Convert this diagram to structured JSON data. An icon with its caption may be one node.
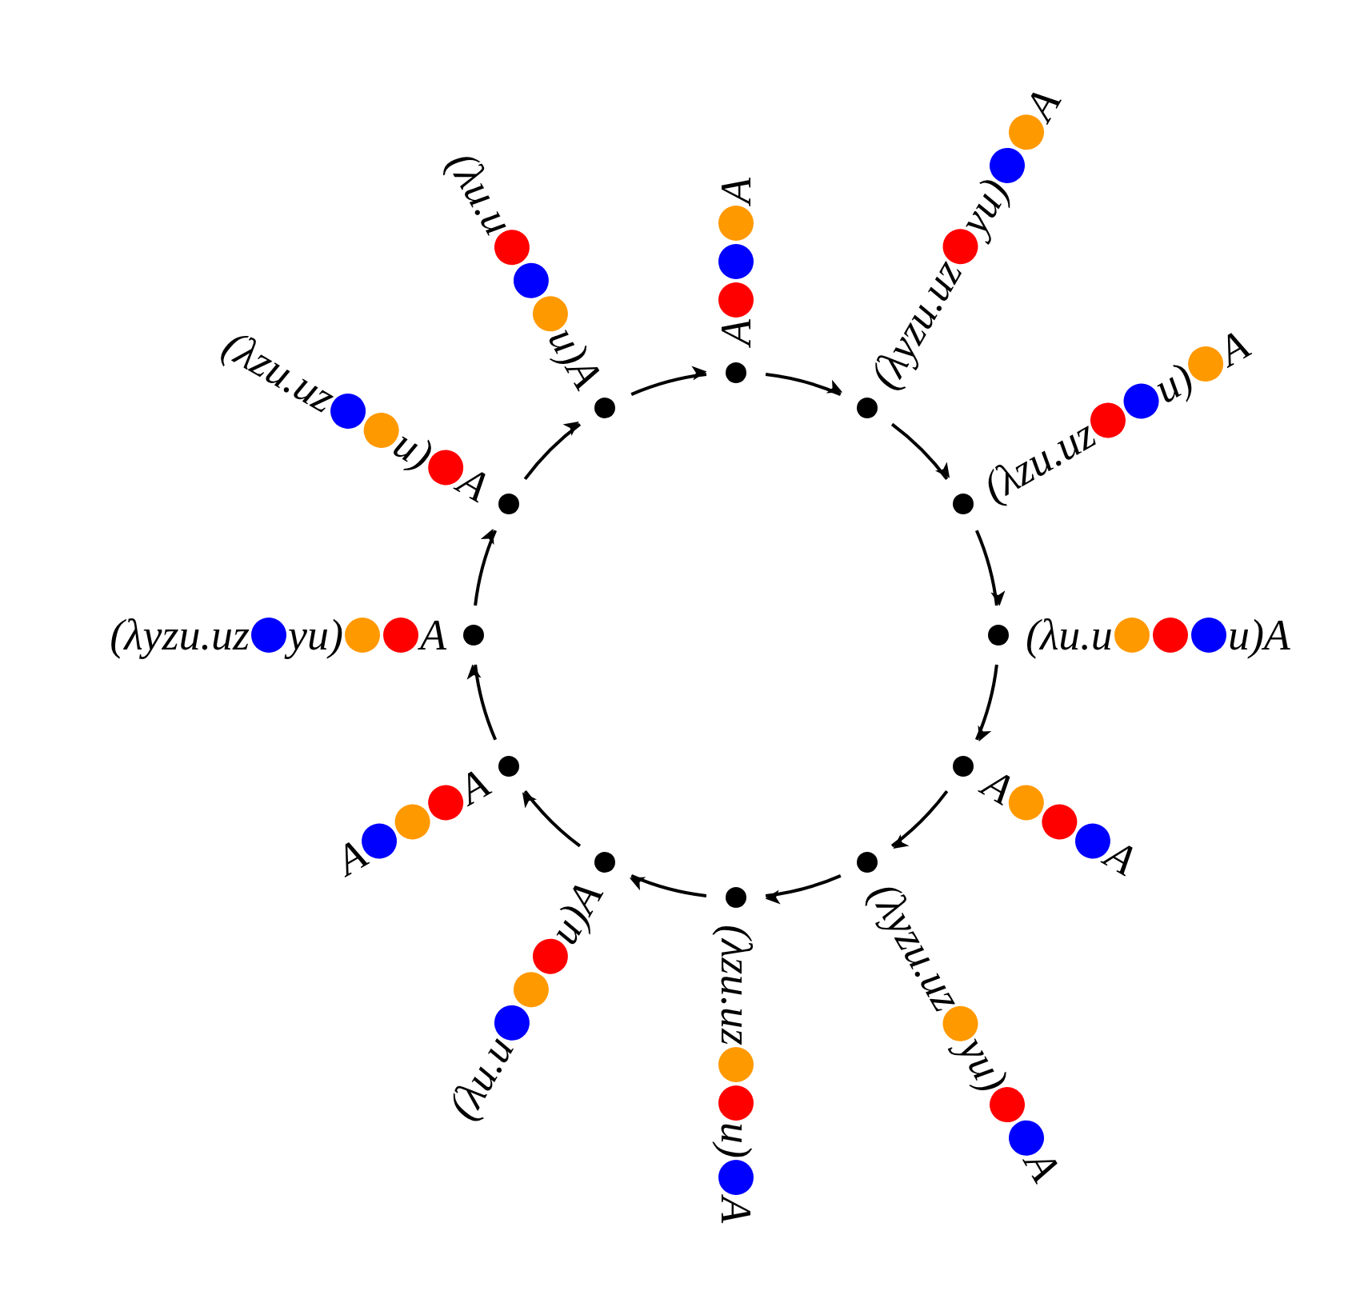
{
  "diagram": {
    "nodes": [
      {
        "text": [],
        "shape": "circle",
        "beside": [
          "A",
          "A"
        ]
      },
      {
        "text": [],
        "shape": "circle",
        "beside": [
          "(λyzu.uz",
          "yu)",
          "A"
        ]
      },
      {
        "text": [],
        "shape": "circle",
        "beside": [
          "(λzu.uz",
          "u)",
          "A"
        ]
      },
      {
        "text": [],
        "shape": "circle",
        "beside": [
          "(λu.u",
          "u)A"
        ]
      },
      {
        "text": [],
        "shape": "circle",
        "beside": [
          "A",
          "A"
        ]
      },
      {
        "text": [],
        "shape": "circle",
        "beside": [
          "(λyzu.uz",
          "yu)",
          "A"
        ]
      },
      {
        "text": [],
        "shape": "circle",
        "beside": [
          "(λzu.uz",
          "u)",
          "A"
        ]
      },
      {
        "text": [],
        "shape": "circle",
        "beside": [
          "(λu.u",
          "u)A"
        ]
      },
      {
        "text": [],
        "shape": "circle",
        "beside": [
          "A",
          "A"
        ]
      },
      {
        "text": [],
        "shape": "circle",
        "beside": [
          "(λyzu.uz",
          "yu)",
          "A"
        ]
      },
      {
        "text": [],
        "shape": "circle",
        "beside": [
          "(λzu.uz",
          "u)",
          "A"
        ]
      },
      {
        "text": [],
        "shape": "circle",
        "beside": [
          "(λu.u",
          "u)A"
        ]
      }
    ],
    "edges": [
      {
        "from": 0,
        "to": 1,
        "arrow": "to"
      },
      {
        "from": 1,
        "to": 2,
        "arrow": "to"
      },
      {
        "from": 2,
        "to": 3,
        "arrow": "to"
      },
      {
        "from": 3,
        "to": 4,
        "arrow": "to"
      },
      {
        "from": 4,
        "to": 5,
        "arrow": "to"
      },
      {
        "from": 5,
        "to": 6,
        "arrow": "to"
      },
      {
        "from": 6,
        "to": 7,
        "arrow": "to"
      },
      {
        "from": 7,
        "to": 8,
        "arrow": "to"
      },
      {
        "from": 8,
        "to": 9,
        "arrow": "to"
      },
      {
        "from": 9,
        "to": 10,
        "arrow": "to"
      },
      {
        "from": 10,
        "to": 11,
        "arrow": "to"
      },
      {
        "from": 11,
        "to": 0,
        "arrow": "to"
      }
    ]
  }
}
